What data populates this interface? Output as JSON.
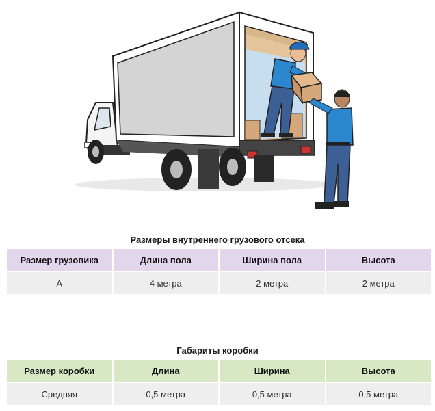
{
  "illustration": {
    "subject": "truck-loading-scene"
  },
  "table1": {
    "caption": "Размеры внутреннего грузового отсека",
    "headers": [
      "Размер грузовика",
      "Длина пола",
      "Ширина пола",
      "Высота"
    ],
    "rows": [
      [
        "A",
        "4 метра",
        "2 метра",
        "2 метра"
      ]
    ],
    "header_color": "#e2d6ec"
  },
  "table2": {
    "caption": "Габариты коробки",
    "headers": [
      "Размер коробки",
      "Длина",
      "Ширина",
      "Высота"
    ],
    "rows": [
      [
        "Средняя",
        "0,5 метра",
        "0,5 метра",
        "0,5 метра"
      ]
    ],
    "header_color": "#d8e7c4"
  }
}
